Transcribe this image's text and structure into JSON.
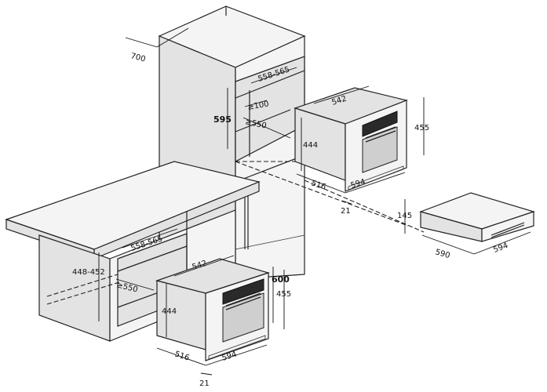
{
  "dimensions": {
    "cabinet_top_depth": "700",
    "cabinet_niche_width": "558-565",
    "cabinet_niche_height": "595",
    "cabinet_top_clearance": "≥100",
    "cabinet_niche_depth": "≥550",
    "oven_upper_width": "542",
    "oven_upper_height_left": "444",
    "oven_upper_height_right": "455",
    "oven_upper_depth": "516",
    "oven_upper_front_width": "594",
    "oven_upper_bezel": "21",
    "drawer_gap": "145",
    "drawer_depth": "590",
    "drawer_front_width": "594",
    "undercounter_niche_width": "558-565",
    "undercounter_height": "448-452",
    "undercounter_depth": "≥550",
    "oven_lower_width": "542",
    "oven_lower_height_left": "444",
    "oven_lower_height_right": "455",
    "oven_lower_niche_height": "600",
    "oven_lower_depth": "516",
    "oven_lower_front_width": "594",
    "oven_lower_bezel": "21"
  }
}
